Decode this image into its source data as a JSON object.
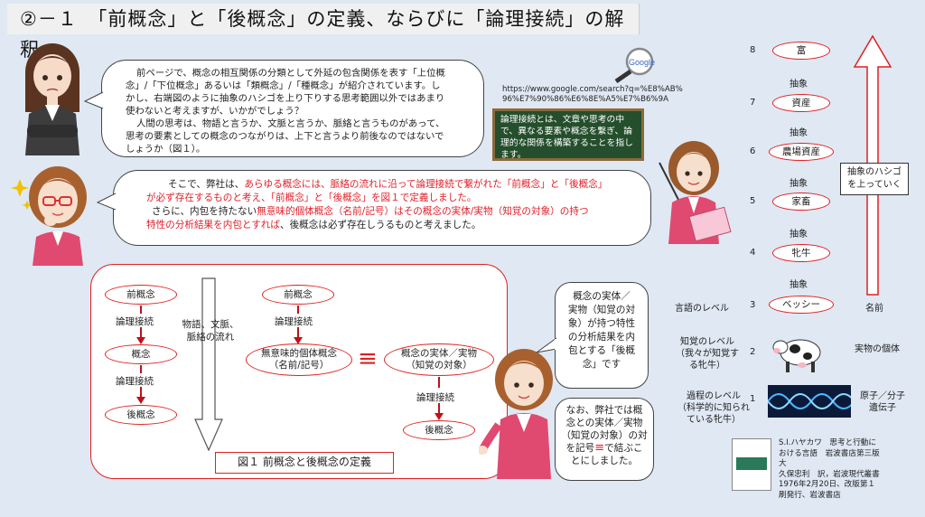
{
  "title": "②－１　「前概念」と「後概念」の定義、ならびに「論理接続」の解釈",
  "bubble1": {
    "lines": [
      "前ページで、概念の相互関係の分類として外延の包含関係を表す「上位概",
      "念」/「下位概念」あるいは「類概念」/「種概念」が紹介されています。し",
      "かし、右端図のように抽象のハシゴを上り下りする思考範囲以外ではあまり",
      "使わないと考えますが、いかがでしょう？",
      "人間の思考は、物語と言うか、文脈と言うか、脈絡と言うものがあって、",
      "思考の要素としての概念のつながりは、上下と言うより前後なのではないで",
      "しょうか（図１）。"
    ]
  },
  "bubble2": {
    "l1a": "そこで、弊社は、",
    "l1b": "あらゆる概念には、脈絡の流れに沿って論理接続で繋がれた「前概念」と「後概念」",
    "l2": "が必ず存在するものと考え、「前概念」と「後概念」を図１で定義しました。",
    "l3a": "さらに、内包を持たない",
    "l3b": "無意味的個体概念（名前/記号）はその概念の実体/実物（知覚の対象）の持つ",
    "l4a": "特性の分析結果を内包とすれば",
    "l4b": "、後概念は必ず存在しうるものと考えました。"
  },
  "url": "https://www.google.com/search?q=%E8%AB%96%E7%90%86%E6%8E%A5%E7%B6%9A",
  "google_label": "Google",
  "chalkboard": "論理接続とは、文章や思考の中で、異なる要素や概念を繋ぎ、論理的な関係を構築することを指します。",
  "figure": {
    "left": {
      "top": "前概念",
      "link1": "論理接続",
      "mid": "概念",
      "link2": "論理接続",
      "bottom": "後概念"
    },
    "flow": "物語、文脈、脈絡の流れ",
    "right": {
      "top": "前概念",
      "link1": "論理接続",
      "individual_l1": "無意味的個体概念",
      "individual_l2": "（名前/記号）",
      "entity_l1": "概念の実体／実物",
      "entity_l2": "（知覚の対象）",
      "link2": "論理接続",
      "bottom": "後概念"
    },
    "equiv": "≡",
    "caption": "図１ 前概念と後概念の定義"
  },
  "bubble3": [
    "概念の実体／",
    "実物（知覚の対",
    "象）が持つ特性",
    "の分析結果を内",
    "包とする「後概",
    "念」です"
  ],
  "bubble4": {
    "lines": [
      "なお、弊社では概",
      "念との実体／実物",
      "（知覚の対象）の対",
      "を記号",
      "で結ぶこ",
      "とにしました。"
    ],
    "symbol": "≡"
  },
  "ladder": {
    "rungs": [
      {
        "num": "8",
        "label": "富"
      },
      {
        "num": "7",
        "label": "資産"
      },
      {
        "num": "6",
        "label": "農場資産"
      },
      {
        "num": "5",
        "label": "家畜"
      },
      {
        "num": "4",
        "label": "牝牛"
      },
      {
        "num": "3",
        "label": "ベッシー"
      }
    ],
    "abstract": "抽象",
    "up_note_l1": "抽象のハシゴ",
    "up_note_l2": "を上っていく",
    "name": "名前",
    "levels": {
      "lang": "言語のレベル",
      "perc_num": "2",
      "perc_l1": "知覚のレベル",
      "perc_l2": "（我々が知覚す",
      "perc_l3": "る牝牛）",
      "proc_num": "1",
      "proc_l1": "過程のレベル",
      "proc_l2": "（科学的に知られ",
      "proc_l3": "ている牝牛）"
    },
    "real": "実物の個体",
    "atom_l1": "原子／分子",
    "atom_l2": "遺伝子"
  },
  "book": {
    "lines": [
      "S.I.ハヤカワ　思考と行動に",
      "おける言語　岩波書店第三版　大",
      "久保忠利　訳，岩波現代叢書",
      "1976年2月20日、改版第１",
      "刷発行、岩波書店"
    ]
  }
}
